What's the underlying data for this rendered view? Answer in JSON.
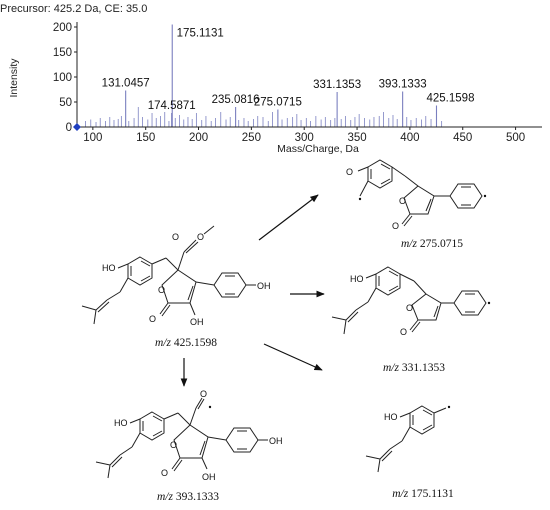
{
  "header": {
    "precursor_text": "Precursor: 425.2 Da, CE: 35.0"
  },
  "chart_data": {
    "type": "bar",
    "title": "",
    "xlabel": "Mass/Charge, Da",
    "ylabel": "Intensity",
    "xlim": [
      85,
      525
    ],
    "ylim": [
      0,
      210
    ],
    "x_ticks": [
      100,
      150,
      200,
      250,
      300,
      350,
      400,
      450,
      500
    ],
    "y_ticks": [
      0,
      50,
      100,
      150,
      200
    ],
    "grid": false,
    "labeled_peaks": [
      {
        "mz": 131.0457,
        "intensity": 73,
        "label": "131.0457"
      },
      {
        "mz": 174.5871,
        "intensity": 28,
        "label": "174.5871"
      },
      {
        "mz": 175.1131,
        "intensity": 205,
        "label": "175.1131"
      },
      {
        "mz": 235.0816,
        "intensity": 40,
        "label": "235.0816"
      },
      {
        "mz": 275.0715,
        "intensity": 35,
        "label": "275.0715"
      },
      {
        "mz": 331.1353,
        "intensity": 70,
        "label": "331.1353"
      },
      {
        "mz": 393.1333,
        "intensity": 71,
        "label": "393.1333"
      },
      {
        "mz": 425.1598,
        "intensity": 43,
        "label": "425.1598"
      }
    ],
    "minor_peaks": [
      [
        93,
        12
      ],
      [
        98,
        15
      ],
      [
        103,
        10
      ],
      [
        107,
        18
      ],
      [
        112,
        12
      ],
      [
        116,
        20
      ],
      [
        120,
        14
      ],
      [
        124,
        16
      ],
      [
        127,
        22
      ],
      [
        134,
        12
      ],
      [
        139,
        18
      ],
      [
        143,
        40
      ],
      [
        147,
        20
      ],
      [
        152,
        15
      ],
      [
        156,
        28
      ],
      [
        160,
        18
      ],
      [
        164,
        22
      ],
      [
        168,
        30
      ],
      [
        172,
        12
      ],
      [
        178,
        18
      ],
      [
        182,
        24
      ],
      [
        186,
        15
      ],
      [
        190,
        20
      ],
      [
        194,
        16
      ],
      [
        198,
        28
      ],
      [
        203,
        14
      ],
      [
        207,
        22
      ],
      [
        212,
        12
      ],
      [
        216,
        18
      ],
      [
        221,
        30
      ],
      [
        226,
        15
      ],
      [
        230,
        20
      ],
      [
        238,
        14
      ],
      [
        243,
        18
      ],
      [
        247,
        12
      ],
      [
        252,
        16
      ],
      [
        256,
        22
      ],
      [
        261,
        20
      ],
      [
        266,
        12
      ],
      [
        270,
        30
      ],
      [
        279,
        15
      ],
      [
        284,
        18
      ],
      [
        289,
        20
      ],
      [
        293,
        26
      ],
      [
        297,
        14
      ],
      [
        302,
        18
      ],
      [
        306,
        12
      ],
      [
        311,
        22
      ],
      [
        316,
        15
      ],
      [
        320,
        20
      ],
      [
        325,
        14
      ],
      [
        329,
        18
      ],
      [
        335,
        16
      ],
      [
        339,
        22
      ],
      [
        344,
        14
      ],
      [
        348,
        20
      ],
      [
        352,
        26
      ],
      [
        357,
        18
      ],
      [
        362,
        15
      ],
      [
        366,
        20
      ],
      [
        371,
        22
      ],
      [
        375,
        30
      ],
      [
        380,
        18
      ],
      [
        384,
        24
      ],
      [
        388,
        16
      ],
      [
        397,
        20
      ],
      [
        401,
        14
      ],
      [
        406,
        18
      ],
      [
        411,
        15
      ],
      [
        415,
        22
      ],
      [
        420,
        16
      ],
      [
        430,
        12
      ]
    ]
  },
  "fragments": {
    "precursor": {
      "mz_prefix": "m/z",
      "mz_value": "425.1598",
      "labels": {
        "ho": "HO",
        "oh": "OH",
        "oh_bottom": "OH",
        "o_ring": "O",
        "o_carbonyl": "O",
        "o_ester": "O",
        "o_methyl": "O"
      }
    },
    "frag_275": {
      "mz_prefix": "m/z",
      "mz_value": "275.0715",
      "labels": {
        "o_minus": "O",
        "o_ring": "O",
        "o_carbonyl": "O"
      }
    },
    "frag_331": {
      "mz_prefix": "m/z",
      "mz_value": "331.1353",
      "labels": {
        "ho": "HO",
        "o_ring": "O",
        "o_carbonyl": "O"
      }
    },
    "frag_393": {
      "mz_prefix": "m/z",
      "mz_value": "393.1333",
      "labels": {
        "ho": "HO",
        "oh": "OH",
        "oh_bottom": "OH",
        "o_ring": "O",
        "o_carbonyl": "O",
        "o_acyl": "O"
      }
    },
    "frag_175": {
      "mz_prefix": "m/z",
      "mz_value": "175.1131",
      "labels": {
        "ho": "HO"
      }
    }
  }
}
